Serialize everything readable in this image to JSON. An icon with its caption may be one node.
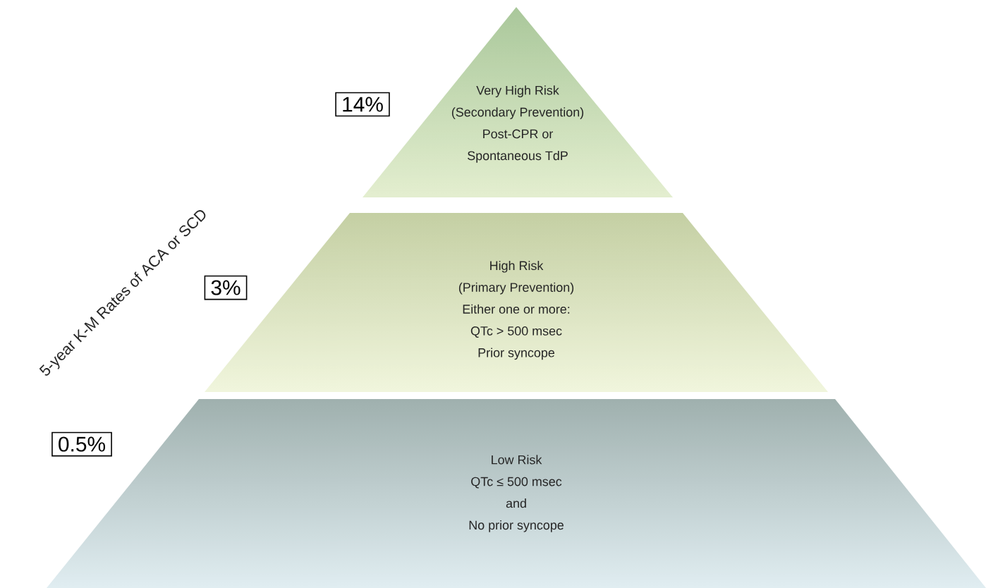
{
  "diagram": {
    "nodes": [
      {
        "text": [
          "Very High Risk",
          "(Secondary Prevention)",
          "Post-CPR or",
          "Spontaneous TdP"
        ]
      },
      {
        "text": [
          "High Risk",
          "(Primary Prevention)",
          "Either one or more:",
          "QTc > 500 msec",
          "Prior syncope"
        ]
      },
      {
        "text": [
          "Low Risk",
          "QTc ≤ 500 msec",
          "and",
          "No prior syncope"
        ]
      },
      {
        "text": [
          "14%"
        ]
      },
      {
        "text": [
          "3%"
        ]
      },
      {
        "text": [
          "0.5%"
        ]
      }
    ],
    "labels": [
      "5-year K-M Rates of ACA or SCD"
    ]
  }
}
